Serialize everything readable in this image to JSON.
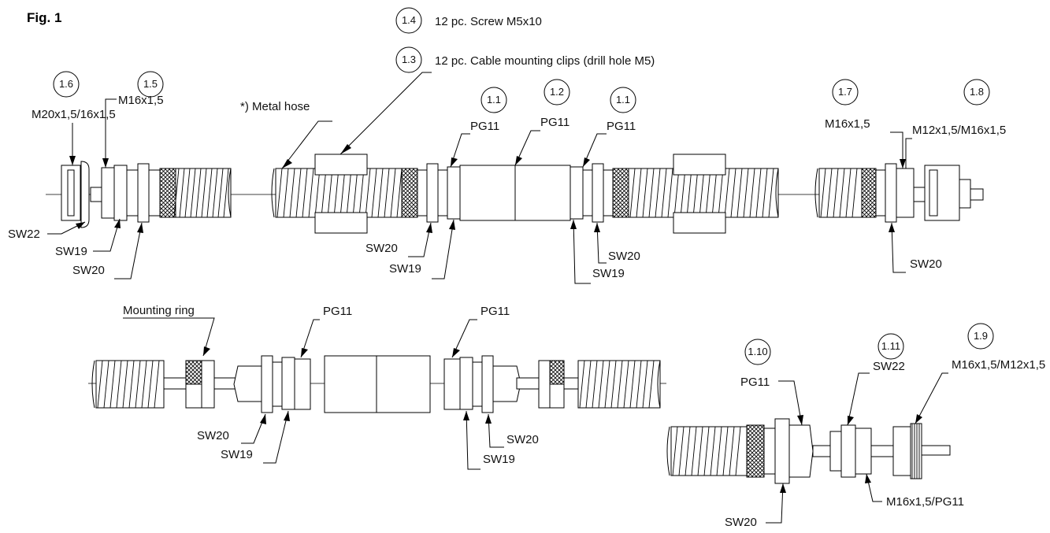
{
  "figure": {
    "title": "Fig. 1",
    "top_notes": [
      {
        "num": "1.4",
        "text": "12 pc. Screw M5x10"
      },
      {
        "num": "1.3",
        "text": "12 pc. Cable mounting clips (drill hole M5)"
      }
    ],
    "metal_hose": "*) Metal hose",
    "mounting_ring": "Mounting ring",
    "callouts": {
      "c16": "1.6",
      "c15": "1.5",
      "c11a": "1.1",
      "c12": "1.2",
      "c11b": "1.1",
      "c17": "1.7",
      "c18": "1.8",
      "c110": "1.10",
      "c111": "1.11",
      "c19": "1.9"
    },
    "threads": {
      "t16": "M20x1,5/16x1,5",
      "t15": "M16x1,5",
      "t11a": "PG11",
      "t12": "PG11",
      "t11b": "PG11",
      "t17": "M16x1,5",
      "t18": "M12x1,5/M16x1,5",
      "m_pg_left": "PG11",
      "m_pg_right": "PG11",
      "t110": "PG11",
      "t111": "SW22",
      "t19": "M16x1,5/M12x1,5",
      "b_bottom": "M16x1,5/PG11"
    },
    "wrench": {
      "l_sw22": "SW22",
      "l_sw19": "SW19",
      "l_sw20": "SW20",
      "c_sw20": "SW20",
      "c_sw19": "SW19",
      "c2_sw20": "SW20",
      "c2_sw19": "SW19",
      "r_sw20": "SW20",
      "m_sw20a": "SW20",
      "m_sw19a": "SW19",
      "m_sw20b": "SW20",
      "m_sw19b": "SW19",
      "b_sw20": "SW20"
    }
  }
}
